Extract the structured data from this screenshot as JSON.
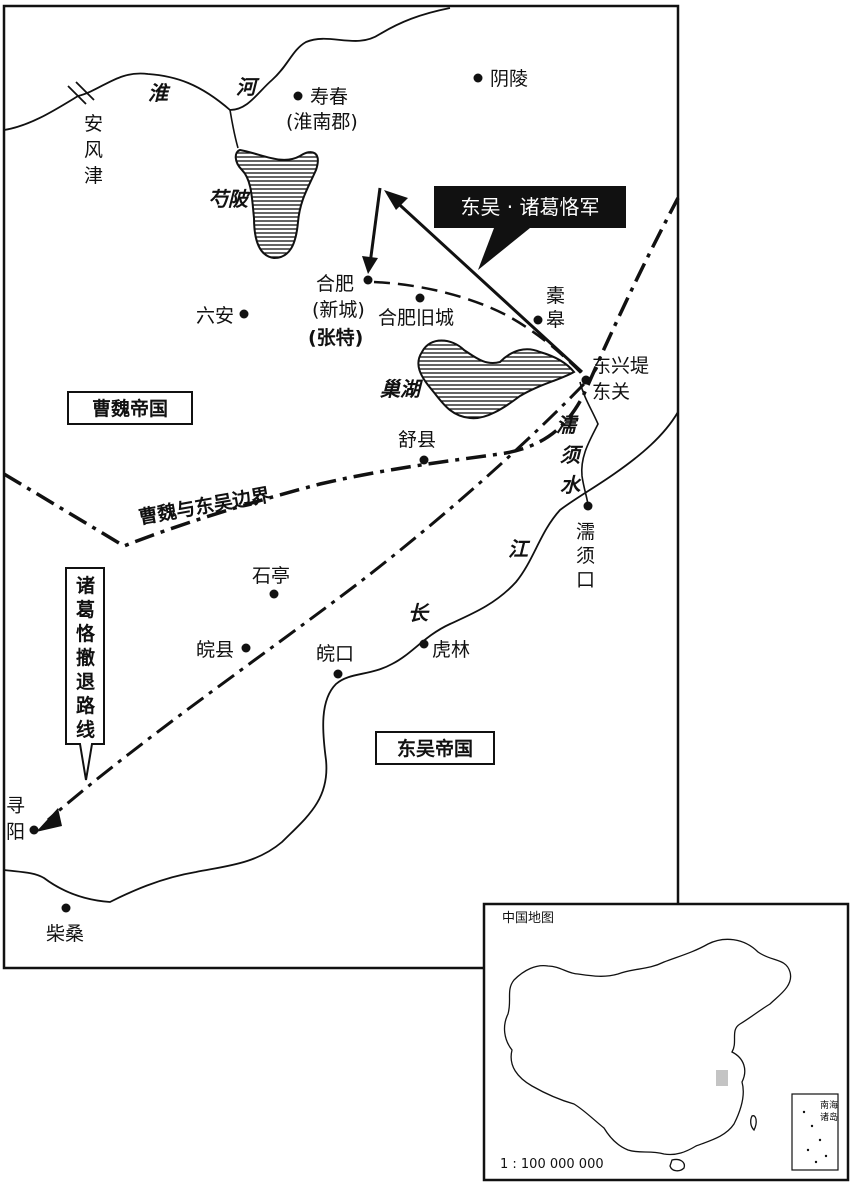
{
  "places": {
    "shouchun": "寿春",
    "huainan_jun": "(淮南郡)",
    "yinling": "阴陵",
    "anfengjin": "安风津",
    "hefei": "合肥",
    "xincheng": "(新城)",
    "zhangte": "(张特)",
    "hefei_old": "合肥旧城",
    "liuan": "六安",
    "tuogao": "橐皋",
    "dongxingdi": "东兴堤",
    "dongguan": "东关",
    "shuxian": "舒县",
    "shiting": "石亭",
    "wanxian": "皖县",
    "wankou": "皖口",
    "hulin": "虎林",
    "ruxukou": "濡须口",
    "xunyang": "寻阳",
    "chaisang": "柴桑"
  },
  "waters": {
    "huai": "淮",
    "he": "河",
    "shaobei": "芍陂",
    "chaohu": "巢湖",
    "ru": "濡",
    "xu": "须",
    "shui": "水",
    "jiang": "江",
    "chang": "长"
  },
  "regions": {
    "wei": "曹魏帝国",
    "wu": "东吴帝国"
  },
  "labels": {
    "border": "曹魏与东吴边界",
    "army": "东吴 · 诸葛恪军",
    "retreat": "诸葛恪撤退路线"
  },
  "inset": {
    "title": "中国地图",
    "scale": "1 : 100 000 000",
    "south_sea": "南海诸岛"
  }
}
